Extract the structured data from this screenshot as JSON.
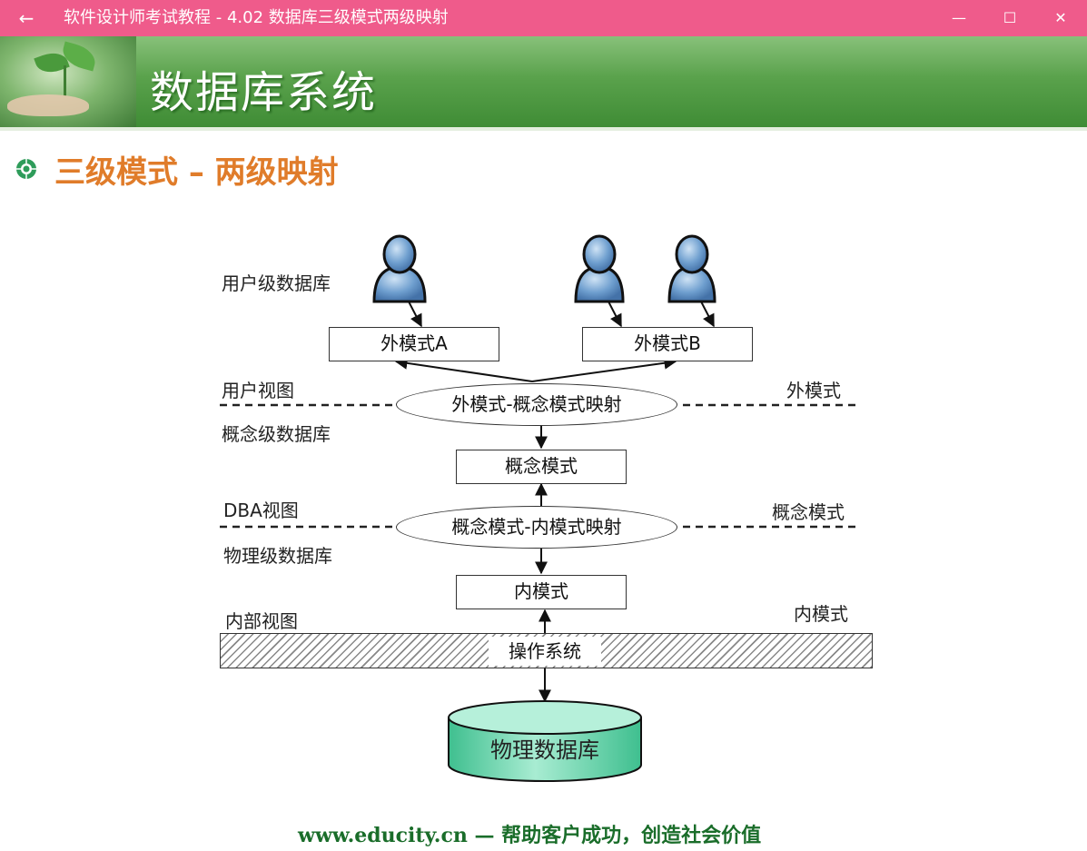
{
  "window": {
    "title": "软件设计师考试教程 - 4.02  数据库三级模式两级映射",
    "back_glyph": "←",
    "min_glyph": "—",
    "max_glyph": "☐",
    "close_glyph": "✕",
    "accent": "#ef5b8b"
  },
  "slide": {
    "banner_title": "数据库系统",
    "subtitle": "三级模式 – 两级映射",
    "footer": "www.educity.cn — 帮助客户成功，创造社会价值"
  },
  "diagram": {
    "left_labels": {
      "user_db": "用户级数据库",
      "user_view": "用户视图",
      "concept_db": "概念级数据库",
      "dba_view": "DBA视图",
      "physical_db": "物理级数据库",
      "internal_view": "内部视图"
    },
    "right_labels": {
      "external": "外模式",
      "conceptual": "概念模式",
      "internal": "内模式"
    },
    "boxes": {
      "external_a": "外模式A",
      "external_b": "外模式B",
      "conceptual": "概念模式",
      "internal": "内模式"
    },
    "mappings": {
      "ext_concept": "外模式-概念模式映射",
      "concept_int": "概念模式-内模式映射"
    },
    "os": "操作系统",
    "physical": "物理数据库"
  }
}
